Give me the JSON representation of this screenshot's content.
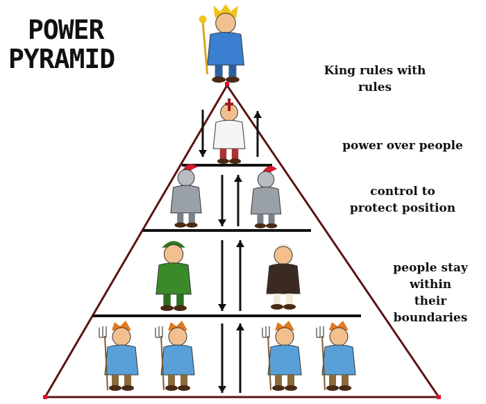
{
  "title": {
    "line1": "POWER",
    "line2": "PYRAMID"
  },
  "tiers": [
    {
      "name": "king",
      "label": "King rules with rules"
    },
    {
      "name": "clergy",
      "label": "power over people"
    },
    {
      "name": "knights",
      "label": "control to protect position"
    },
    {
      "name": "merchants",
      "label": "people stay within their boundaries"
    },
    {
      "name": "peasants",
      "label": ""
    }
  ],
  "labels": {
    "king_1": "King rules with",
    "king_2": "rules",
    "clergy": "power over people",
    "knights_1": "control to",
    "knights_2": "protect position",
    "people_1": "people stay",
    "people_2": "within",
    "people_3": "their",
    "people_4": "boundaries"
  },
  "colors": {
    "pyramid_edge": "#5a1414",
    "divider": "#111111",
    "arrow": "#111111",
    "vertex": "#e0102a"
  }
}
